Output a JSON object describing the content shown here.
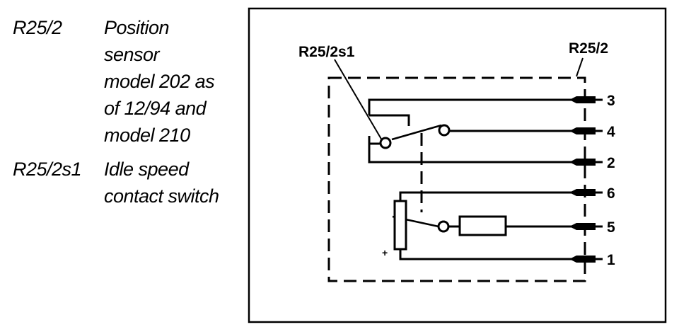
{
  "legend": {
    "items": [
      {
        "code": "R25/2",
        "lines": [
          "Position",
          "sensor",
          "model 202 as",
          "of 12/94 and",
          "model 210"
        ]
      },
      {
        "code": "R25/2s1",
        "lines": [
          "Idle speed",
          "contact switch"
        ]
      }
    ]
  },
  "diagram": {
    "label_switch": "R25/2s1",
    "label_sensor": "R25/2",
    "pins": [
      "3",
      "4",
      "2",
      "6",
      "5",
      "1"
    ],
    "pot_sign": "+"
  }
}
